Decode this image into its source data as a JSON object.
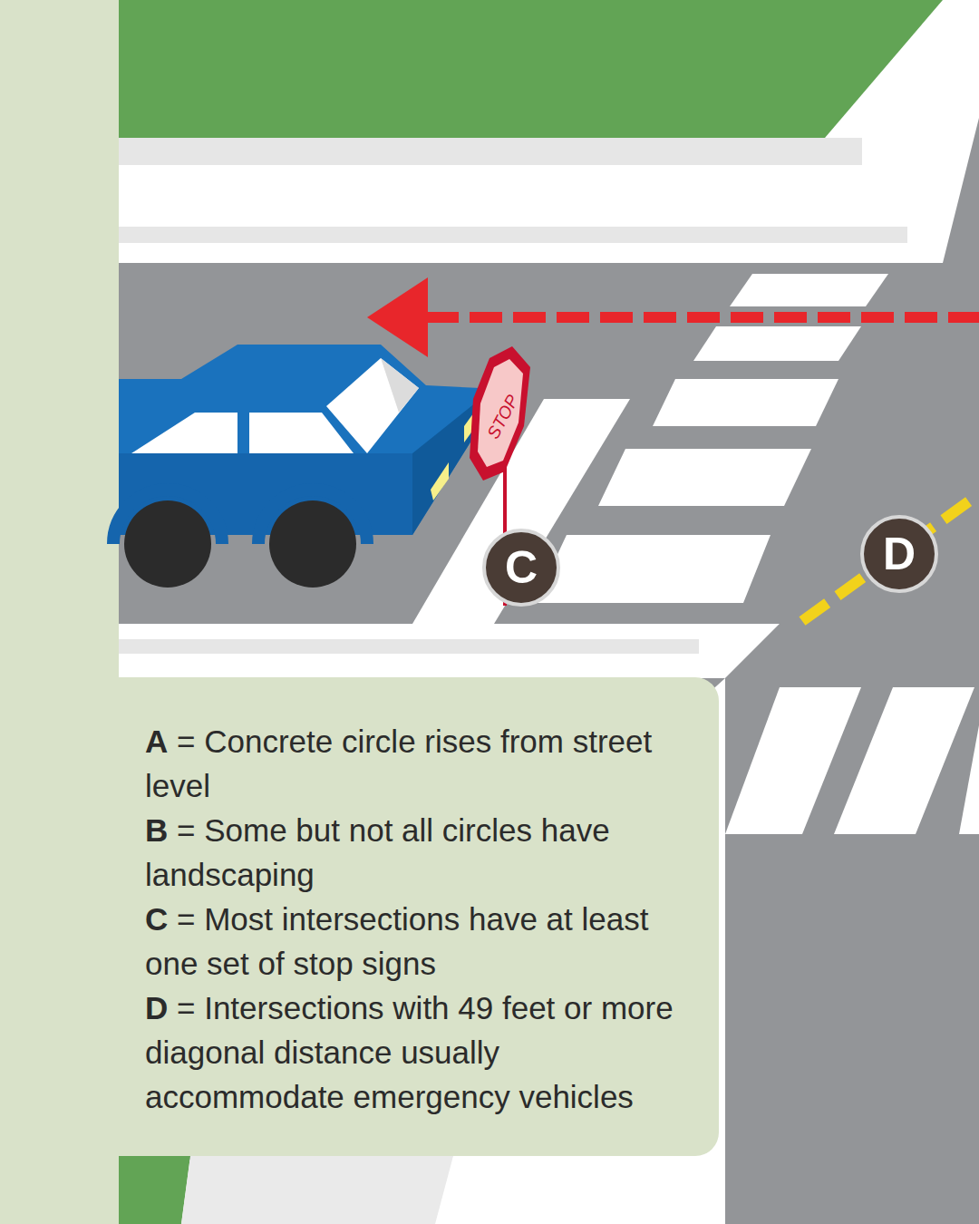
{
  "diagram": {
    "nodes": [
      {
        "text": [
          "A",
          "= Concrete circle rises from street level",
          "B",
          "= Some but not all circles have landscaping",
          "C",
          "= Most intersections have at least one set of stop signs",
          "D",
          "= Intersections with 49 feet or more diagonal distance usually accommodate emergency vehicles"
        ]
      },
      {
        "text": [
          "C"
        ]
      },
      {
        "text": [
          "D"
        ]
      }
    ],
    "labels": [
      "STOP"
    ]
  }
}
